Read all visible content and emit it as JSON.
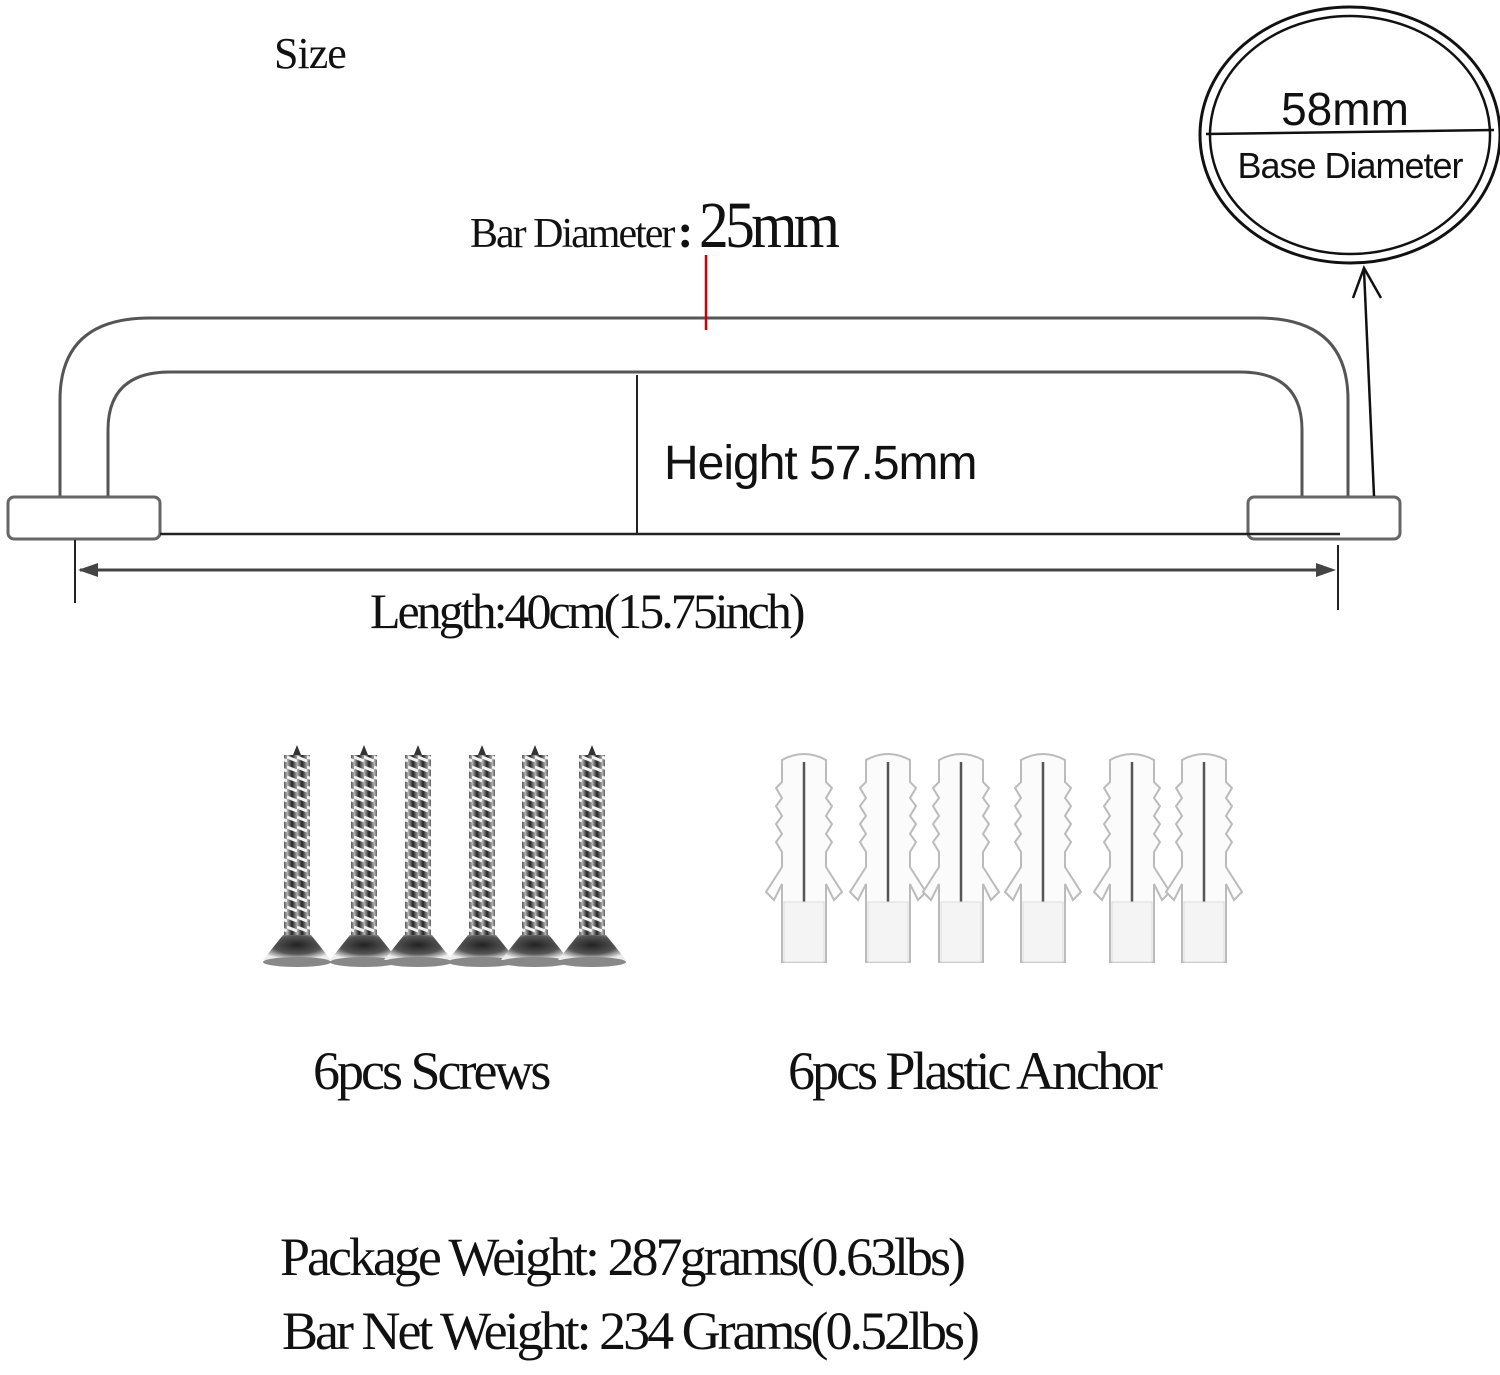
{
  "title": "Size",
  "bar_diameter": {
    "label": "Bar Diameter",
    "colon": ":",
    "value": "25mm"
  },
  "base": {
    "value": "58mm",
    "label": "Base Diameter"
  },
  "height": {
    "label": "Height 57.5mm"
  },
  "length": {
    "label": "Length:40cm(15.75inch)"
  },
  "accessories": {
    "screws": {
      "label": "6pcs Screws",
      "count": 6,
      "icon": "screw-icon"
    },
    "anchors": {
      "label": "6pcs Plastic Anchor",
      "count": 6,
      "icon": "plastic-anchor-icon"
    }
  },
  "weights": {
    "package": "Package Weight: 287grams(0.63lbs)",
    "net": "Bar Net Weight: 234 Grams(0.52lbs)"
  },
  "colors": {
    "line": "#222222",
    "bar_outline": "#555555",
    "marker": "#cc0000"
  }
}
